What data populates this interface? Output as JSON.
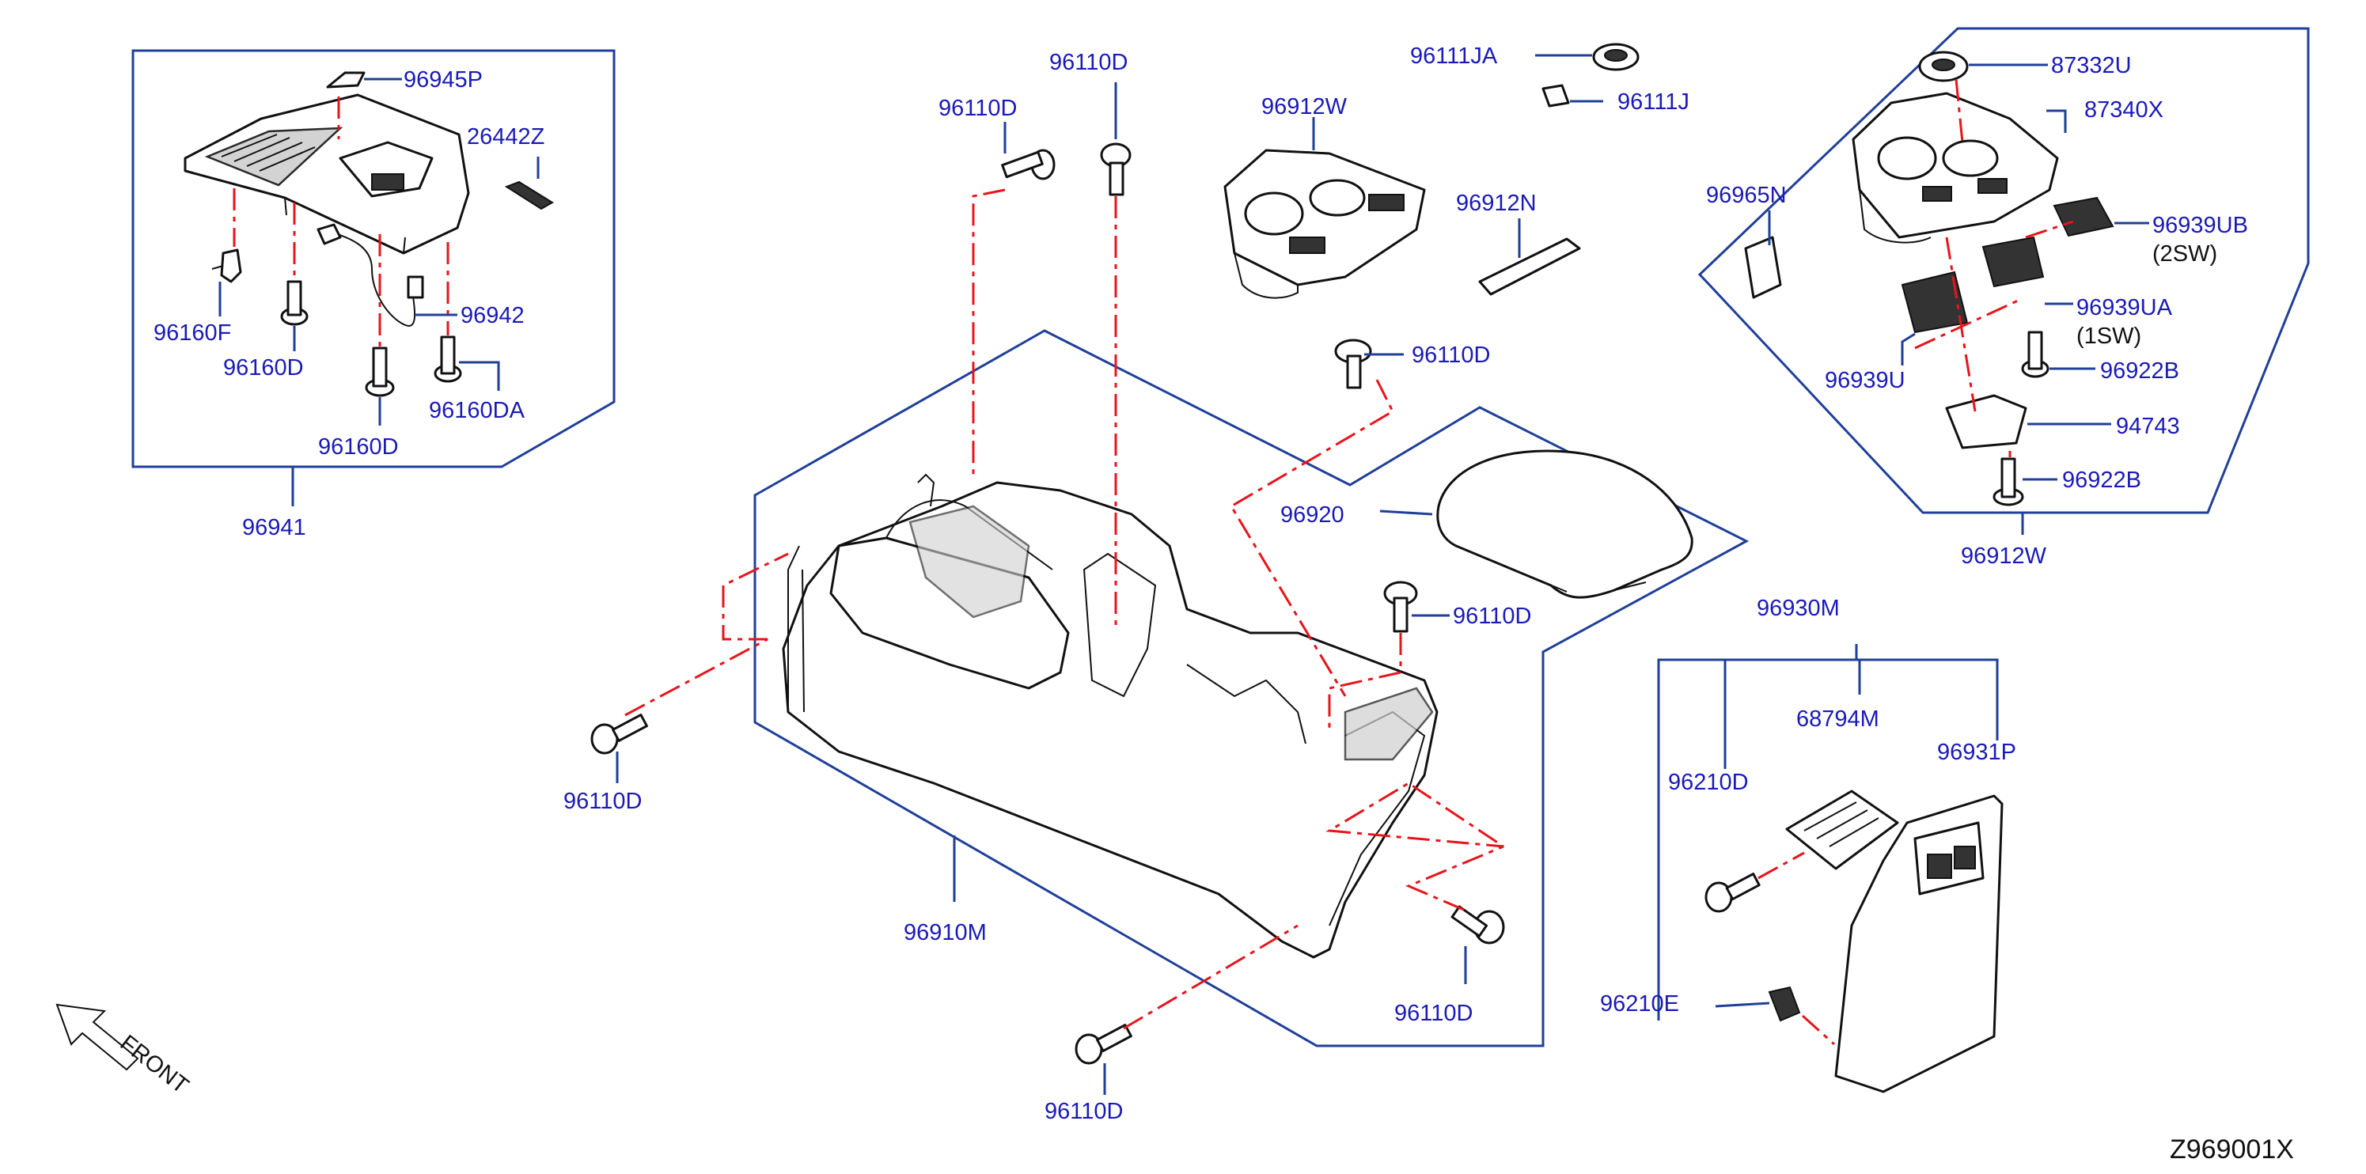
{
  "diagram_id": "Z969001X",
  "front_label": "FRONT",
  "colors": {
    "label": "#1a1ab8",
    "leader": "#1f3f99",
    "phantom_line": "#e8141b",
    "outline": "#111111"
  },
  "labels": {
    "p96945P": "96945P",
    "p26442Z": "26442Z",
    "p96160F": "96160F",
    "p96160D_a": "96160D",
    "p96942": "96942",
    "p96160D_b": "96160D",
    "p96160DA": "96160DA",
    "p96941": "96941",
    "p96110D_1": "96110D",
    "p96110D_2": "96110D",
    "p96912W_a": "96912W",
    "p96111JA": "96111JA",
    "p96111J": "96111J",
    "p96912N": "96912N",
    "p96110D_3": "96110D",
    "p96920": "96920",
    "p96110D_4": "96110D",
    "p96110D_5": "96110D",
    "p96910M": "96910M",
    "p96110D_6": "96110D",
    "p96110D_7": "96110D",
    "p87332U": "87332U",
    "p87340X": "87340X",
    "p96965N": "96965N",
    "p96939UB": "96939UB",
    "p2SW": "(2SW)",
    "p96939UA": "96939UA",
    "p1SW": "(1SW)",
    "p96939U": "96939U",
    "p96922B_a": "96922B",
    "p94743": "94743",
    "p96922B_b": "96922B",
    "p96912W_b": "96912W",
    "p96930M": "96930M",
    "p68794M": "68794M",
    "p96210D": "96210D",
    "p96931P": "96931P",
    "p96210E": "96210E"
  }
}
